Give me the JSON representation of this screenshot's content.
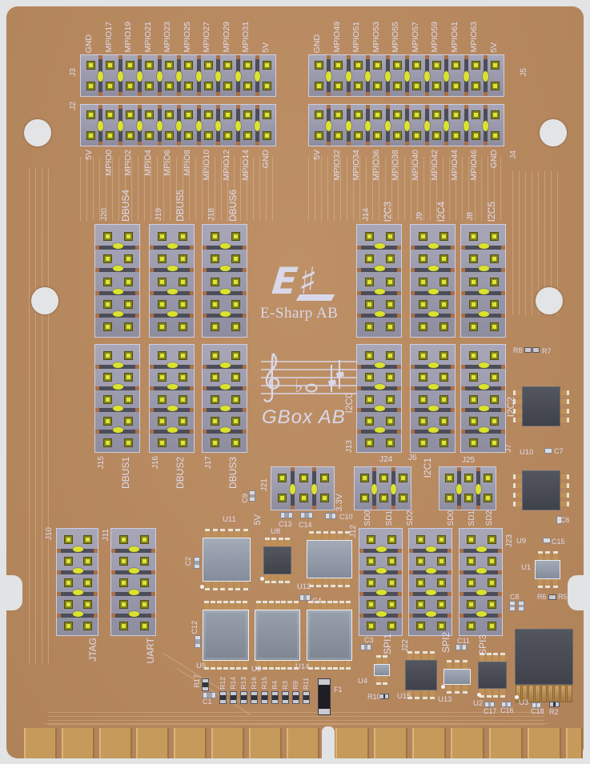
{
  "product": {
    "brand_mark": "E♯",
    "company": "E-Sharp AB",
    "product_name": "GBox AB"
  },
  "colors": {
    "board": "#bb8a5e",
    "silkscreen": "#dedcf0",
    "connector_body": "#9a99ac",
    "pin_center": "#dfe636",
    "jumper_dot": "#dbe22f",
    "gold_finger": "#c59a5b",
    "ic_dark": "#4a4d55",
    "ic_light": "#8d95a5",
    "background": "#e1e3e5"
  },
  "gpio_headers": [
    {
      "ref": "J3",
      "position": "top-left",
      "pin_labels": [
        "GND",
        "MPIO17",
        "MPIO19",
        "MPIO21",
        "MPIO23",
        "MPIO25",
        "MPIO27",
        "MPIO29",
        "MPIO31",
        "5V"
      ]
    },
    {
      "ref": "J2",
      "position": "second-left",
      "pin_labels": [
        "5V",
        "MPIO0",
        "MPIO2",
        "MPIO4",
        "MPIO6",
        "MPIO8",
        "MPIO10",
        "MPIO12",
        "MPIO14",
        "GND"
      ]
    },
    {
      "ref": "J5",
      "position": "top-right",
      "pin_labels": [
        "GND",
        "MPIO49",
        "MPIO51",
        "MPIO53",
        "MPIO55",
        "MPIO57",
        "MPIO59",
        "MPIO61",
        "MPIO63",
        "5V"
      ]
    },
    {
      "ref": "J4",
      "position": "second-right",
      "pin_labels": [
        "5V",
        "MPIO32",
        "MPIO34",
        "MPIO36",
        "MPIO38",
        "MPIO40",
        "MPIO42",
        "MPIO44",
        "MPIO46",
        "GND"
      ]
    }
  ],
  "bus_headers": [
    {
      "ref": "J20",
      "bus": "DBUS4"
    },
    {
      "ref": "J19",
      "bus": "DBUS5"
    },
    {
      "ref": "J18",
      "bus": "DBUS6"
    },
    {
      "ref": "J15",
      "bus": "DBUS1"
    },
    {
      "ref": "J16",
      "bus": "DBUS2"
    },
    {
      "ref": "J17",
      "bus": "DBUS3"
    },
    {
      "ref": "J14",
      "bus": "I2C3"
    },
    {
      "ref": "J9",
      "bus": "I2C4"
    },
    {
      "ref": "J8",
      "bus": "I2C5"
    },
    {
      "ref": "J13",
      "bus": "I2C0"
    },
    {
      "ref": "J6",
      "bus": "I2C1"
    },
    {
      "ref": "J7",
      "bus": "I2C2"
    }
  ],
  "io_headers": [
    {
      "ref": "J10",
      "bus": "JTAG"
    },
    {
      "ref": "J11",
      "bus": "UART"
    }
  ],
  "spi_group": {
    "refs": [
      "J12",
      "J22",
      "J23"
    ],
    "ports": [
      "SPI1",
      "SPI2",
      "SPI3"
    ],
    "signal_labels": [
      "SD0",
      "SD1",
      "SD2",
      "SD0",
      "SD1",
      "SD2"
    ]
  },
  "jumper_blocks": {
    "refs": [
      "J21",
      "J24",
      "J25"
    ],
    "rail_labels": [
      "5V",
      "3.3V"
    ]
  },
  "components": {
    "ics": [
      "U11",
      "U8",
      "U12",
      "U5",
      "U6",
      "U14",
      "U4",
      "U15",
      "U13",
      "U2",
      "U3",
      "U9",
      "U10",
      "U1"
    ],
    "passives": [
      "C9",
      "C13",
      "C14",
      "C10",
      "C3",
      "C11",
      "C2",
      "C12",
      "C4",
      "R17",
      "C1",
      "R12",
      "R14",
      "R13",
      "R16",
      "R15",
      "R4",
      "R3",
      "R9",
      "R11",
      "F1",
      "R10",
      "C17",
      "C16",
      "C18",
      "R2",
      "R8",
      "R7",
      "C7",
      "C6",
      "C15",
      "C8",
      "R6",
      "R5"
    ]
  }
}
